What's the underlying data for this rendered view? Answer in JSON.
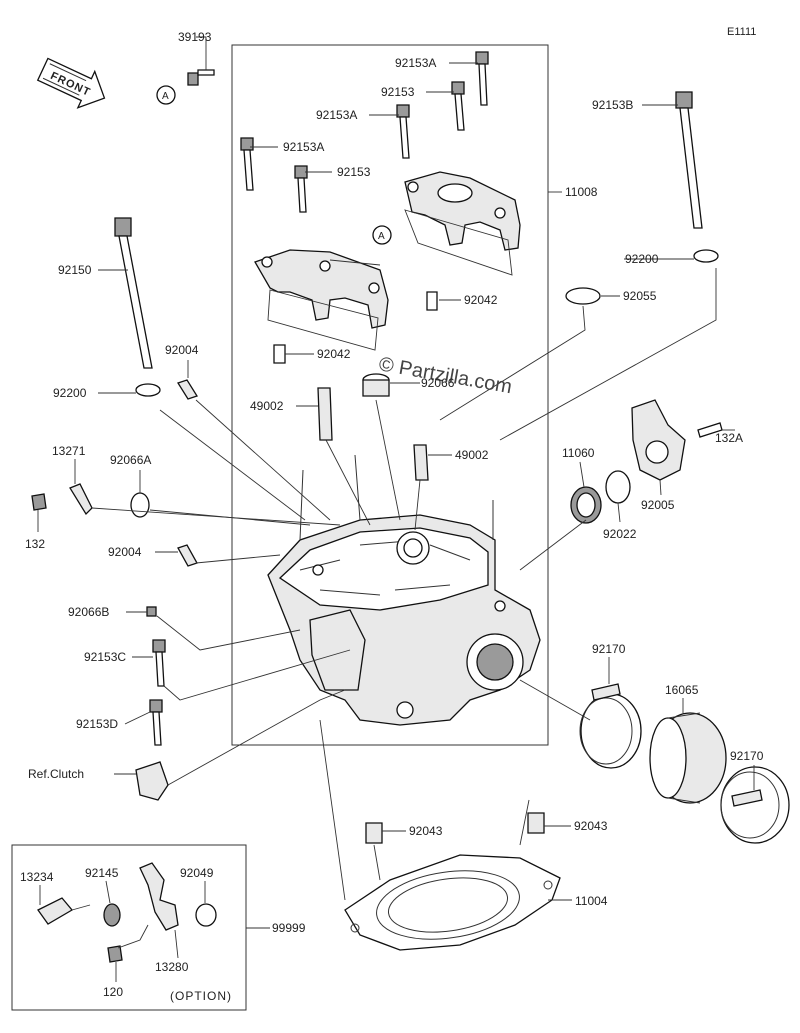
{
  "diagram_code": "E1111",
  "front_label": "FRONT",
  "watermark": "© Partzilla.com",
  "ref_clutch": "Ref.Clutch",
  "option_label": "(OPTION)",
  "callout_a": "A",
  "parts": {
    "p39193": "39193",
    "p92153A_1": "92153A",
    "p92153_1": "92153",
    "p92153A_2": "92153A",
    "p92153A_3": "92153A",
    "p92153_2": "92153",
    "p11008": "11008",
    "p92153B": "92153B",
    "p92150": "92150",
    "p92200_1": "92200",
    "p92042_1": "92042",
    "p92055": "92055",
    "p92004_1": "92004",
    "p92042_2": "92042",
    "p92066_1": "92066",
    "p92200_2": "92200",
    "p49002_1": "49002",
    "p132A": "132A",
    "p49002_2": "49002",
    "p13271": "13271",
    "p92066A": "92066A",
    "p11060": "11060",
    "p92005": "92005",
    "p132": "132",
    "p92022": "92022",
    "p92004_2": "92004",
    "p92066B": "92066B",
    "p92153C": "92153C",
    "p92170_1": "92170",
    "p16065": "16065",
    "p92170_2": "92170",
    "p92153D": "92153D",
    "p92043_1": "92043",
    "p92043_2": "92043",
    "p11004": "11004",
    "p13234": "13234",
    "p92145": "92145",
    "p92049": "92049",
    "p99999": "99999",
    "p13280": "13280",
    "p120": "120"
  }
}
